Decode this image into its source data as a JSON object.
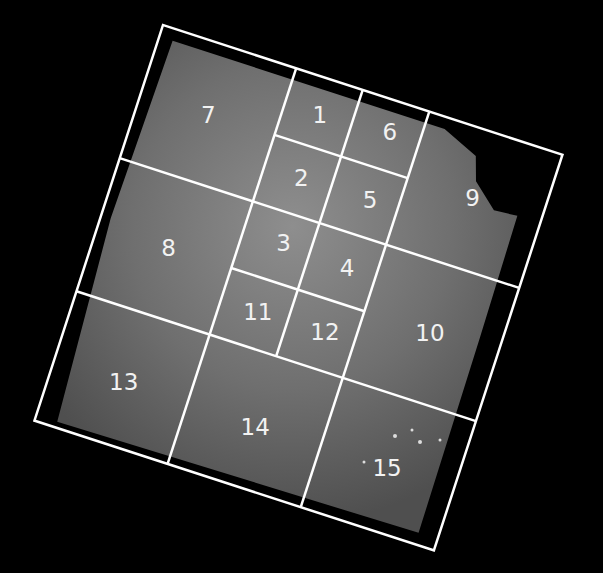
{
  "diagram": {
    "labels": [
      "7",
      "1",
      "6",
      "2",
      "5",
      "9",
      "8",
      "3",
      "4",
      "11",
      "12",
      "10",
      "13",
      "14",
      "15"
    ]
  }
}
